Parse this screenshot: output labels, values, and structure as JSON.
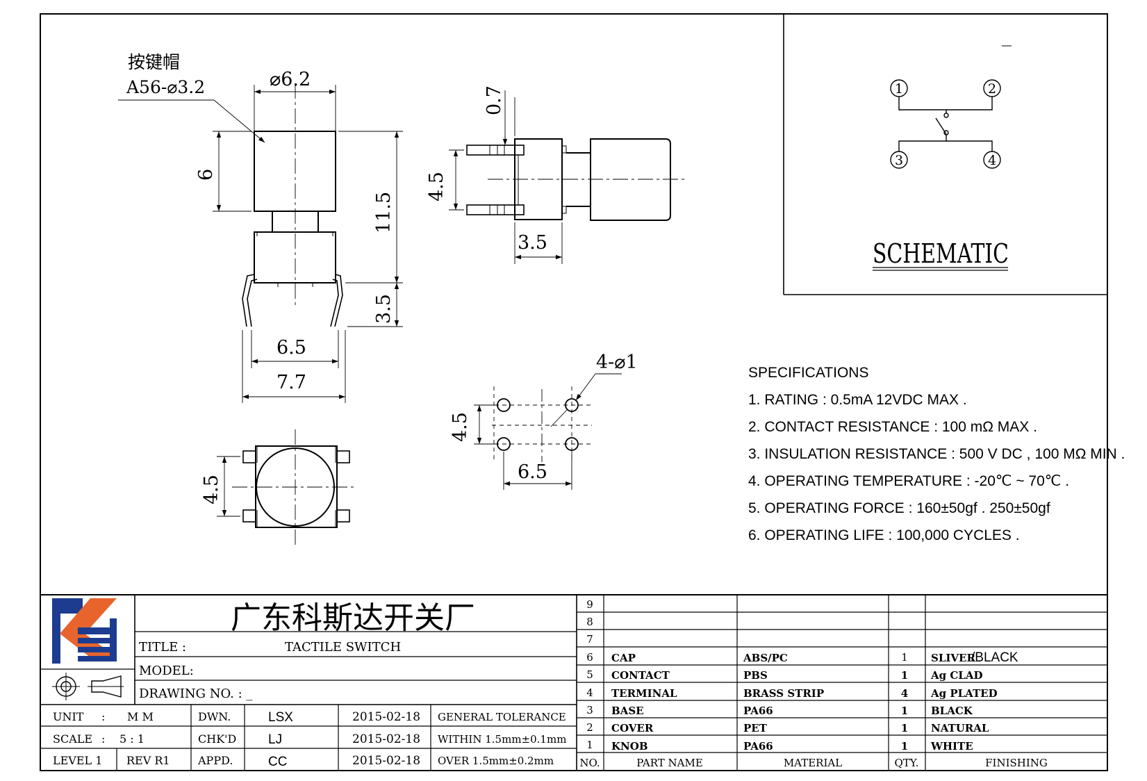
{
  "cap_note": {
    "line1": "按键帽",
    "line2": "A56-⌀3.2"
  },
  "dims": {
    "top_dia": "⌀6.2",
    "cap_height": "6",
    "total_height": "11.5",
    "pin_length": "3.5",
    "body_width": "6.5",
    "lead_span": "7.7",
    "side_gap": "0.7",
    "side_pitch": "4.5",
    "side_depth": "3.5",
    "bottom_pitch": "4.5",
    "pcb_holes": "4-⌀1",
    "pcb_v": "4.5",
    "pcb_h": "6.5"
  },
  "schematic": {
    "title": "SCHEMATIC",
    "pins": [
      "1",
      "2",
      "3",
      "4"
    ]
  },
  "specs": {
    "heading": "SPECIFICATIONS",
    "items": [
      "1. RATING : 0.5mA 12VDC MAX .",
      "2. CONTACT RESISTANCE : 100 mΩ MAX .",
      "3. INSULATION RESISTANCE : 500 V DC , 100 MΩ MIN .",
      "4. OPERATING TEMPERATURE : -20℃ ~ 70℃ .",
      "5. OPERATING FORCE : 160±50gf . 250±50gf",
      "6. OPERATING LIFE : 100,000 CYCLES ."
    ]
  },
  "title_block": {
    "company": "广东科斯达开关厂",
    "title_label": "TITLE :",
    "title_value": "TACTILE SWITCH",
    "model_label": "MODEL:",
    "drawing_label": "DRAWING NO.  : _",
    "unit_label": "UNIT",
    "unit_colon": ":",
    "unit_value": "M M",
    "scale_label": "SCALE",
    "scale_colon": ":",
    "scale_value": "5 : 1",
    "level": "LEVEL 1",
    "rev": "REV   R1",
    "dwn_label": "DWN.",
    "dwn_name": "LSX",
    "dwn_date": "2015-02-18",
    "chk_label": "CHK'D",
    "chk_name": "LJ",
    "chk_date": "2015-02-18",
    "appd_label": "APPD.",
    "appd_name": "CC",
    "appd_date": "2015-02-18",
    "tol_head": "GENERAL TOLERANCE",
    "tol_within": "WITHIN  1.5mm±0.1mm",
    "tol_over": "OVER     1.5mm±0.2mm"
  },
  "bom": {
    "headers": {
      "no": "NO.",
      "name": "PART   NAME",
      "material": "MATERIAL",
      "qty": "QTY.",
      "finishing": "FINISHING"
    },
    "empty_rows": [
      "9",
      "8",
      "7"
    ],
    "rows": [
      {
        "no": "6",
        "name": "CAP",
        "material": "ABS/PC",
        "qty": "1",
        "finishing_a": "SLIVER",
        "finishing_b": "/BLACK"
      },
      {
        "no": "5",
        "name": "CONTACT",
        "material": "PBS",
        "qty": "1",
        "finishing_a": "Ag CLAD",
        "finishing_b": ""
      },
      {
        "no": "4",
        "name": "TERMINAL",
        "material": "BRASS STRIP",
        "qty": "4",
        "finishing_a": "Ag PLATED",
        "finishing_b": ""
      },
      {
        "no": "3",
        "name": "BASE",
        "material": "PA66",
        "qty": "1",
        "finishing_a": "BLACK",
        "finishing_b": ""
      },
      {
        "no": "2",
        "name": "COVER",
        "material": "PET",
        "qty": "1",
        "finishing_a": "NATURAL",
        "finishing_b": ""
      },
      {
        "no": "1",
        "name": "KNOB",
        "material": "PA66",
        "qty": "1",
        "finishing_a": "WHITE",
        "finishing_b": ""
      }
    ]
  },
  "colors": {
    "logo_blue": "#1d3c8f",
    "logo_orange": "#e8642c"
  }
}
